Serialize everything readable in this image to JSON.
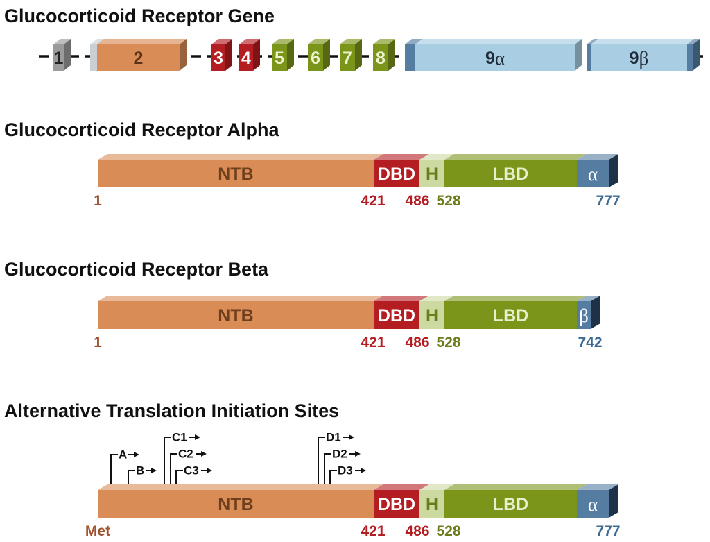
{
  "gene": {
    "title": "Glucocorticoid Receptor Gene",
    "exons": [
      {
        "label": "1",
        "color": "#9b9b9b"
      },
      {
        "label": "",
        "color": "#c9cfd3"
      },
      {
        "label": "2",
        "color": "#d98c56"
      },
      {
        "label": "3",
        "color": "#b41d22"
      },
      {
        "label": "4",
        "color": "#b41d22"
      },
      {
        "label": "5",
        "color": "#7b951b"
      },
      {
        "label": "6",
        "color": "#7b951b"
      },
      {
        "label": "7",
        "color": "#7b951b"
      },
      {
        "label": "8",
        "color": "#7b951b"
      },
      {
        "label": "",
        "color": "#557da2"
      },
      {
        "label": "9α",
        "color": "#a9cde3"
      },
      {
        "label": "",
        "color": "#557da2"
      },
      {
        "label": "9β",
        "color": "#a9cde3"
      },
      {
        "label": "",
        "color": "#557da2"
      }
    ]
  },
  "proteins": [
    {
      "title": "Glucocorticoid Receptor Alpha",
      "domains": [
        {
          "label": "NTB",
          "color": "#d98c56",
          "text_color": "#6e3f1c"
        },
        {
          "label": "DBD",
          "color": "#b41d22",
          "text_color": "#ffffff"
        },
        {
          "label": "H",
          "color": "#ccd9a1",
          "text_color": "#6b7d1a"
        },
        {
          "label": "LBD",
          "color": "#7b951b",
          "text_color": "#e8efcc"
        },
        {
          "label": "α",
          "color": "#557da2",
          "text_color": "#ffffff"
        }
      ],
      "positions": [
        {
          "label": "1",
          "color": "#a0522d"
        },
        {
          "label": "421",
          "color": "#b41d22"
        },
        {
          "label": "486",
          "color": "#b41d22"
        },
        {
          "label": "528",
          "color": "#6b7d1a"
        },
        {
          "label": "777",
          "color": "#3d6a93"
        }
      ]
    },
    {
      "title": "Glucocorticoid Receptor Beta",
      "domains": [
        {
          "label": "NTB",
          "color": "#d98c56",
          "text_color": "#6e3f1c"
        },
        {
          "label": "DBD",
          "color": "#b41d22",
          "text_color": "#ffffff"
        },
        {
          "label": "H",
          "color": "#ccd9a1",
          "text_color": "#6b7d1a"
        },
        {
          "label": "LBD",
          "color": "#7b951b",
          "text_color": "#e8efcc"
        },
        {
          "label": "β",
          "color": "#557da2",
          "text_color": "#ffffff"
        }
      ],
      "positions": [
        {
          "label": "1",
          "color": "#a0522d"
        },
        {
          "label": "421",
          "color": "#b41d22"
        },
        {
          "label": "486",
          "color": "#b41d22"
        },
        {
          "label": "528",
          "color": "#6b7d1a"
        },
        {
          "label": "742",
          "color": "#3d6a93"
        }
      ]
    },
    {
      "title": "Alternative Translation Initiation Sites",
      "domains": [
        {
          "label": "NTB",
          "color": "#d98c56",
          "text_color": "#6e3f1c"
        },
        {
          "label": "DBD",
          "color": "#b41d22",
          "text_color": "#ffffff"
        },
        {
          "label": "H",
          "color": "#ccd9a1",
          "text_color": "#6b7d1a"
        },
        {
          "label": "LBD",
          "color": "#7b951b",
          "text_color": "#e8efcc"
        },
        {
          "label": "α",
          "color": "#557da2",
          "text_color": "#ffffff"
        }
      ],
      "positions": [
        {
          "label": "Met",
          "color": "#a0522d"
        },
        {
          "label": "421",
          "color": "#b41d22"
        },
        {
          "label": "486",
          "color": "#b41d22"
        },
        {
          "label": "528",
          "color": "#6b7d1a"
        },
        {
          "label": "777",
          "color": "#3d6a93"
        }
      ],
      "sites": [
        "A",
        "B",
        "C1",
        "C2",
        "C3",
        "D1",
        "D2",
        "D3"
      ]
    }
  ]
}
